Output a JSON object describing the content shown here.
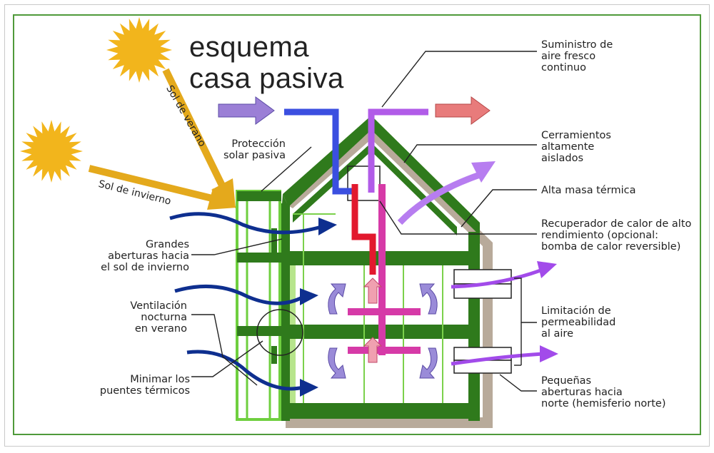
{
  "title": {
    "line1": "esquema",
    "line2": "casa pasiva"
  },
  "sun_labels": {
    "summer": "Sol de verano",
    "winter": "Sol de invierno"
  },
  "labels": {
    "proteccion": [
      "Protección",
      "solar pasiva"
    ],
    "grandes": [
      "Grandes",
      "aberturas hacia",
      "el sol de invierno"
    ],
    "ventilacion": [
      "Ventilación",
      "nocturna",
      "en verano"
    ],
    "minimar": [
      "Minimar los",
      "puentes térmicos"
    ],
    "suministro": [
      "Suministro de",
      "aire fresco",
      "continuo"
    ],
    "cerramientos": [
      "Cerramientos",
      "altamente",
      "aislados"
    ],
    "masa": [
      "Alta masa térmica"
    ],
    "recuperador": [
      "Recuperador de calor de alto",
      "rendimiento (opcional:",
      "bomba de calor reversible)"
    ],
    "limitacion": [
      "Limitación de",
      "permeabilidad",
      "al aire"
    ],
    "pequenas": [
      "Pequeñas",
      "aberturas hacia",
      "norte (hemisferio norte)"
    ]
  },
  "colors": {
    "frame": "#4f9a3a",
    "wall_green": "#2f7a1c",
    "light_green": "#6fcf3f",
    "roof_grey": "#b8aa9a",
    "sun": "#f2b51c",
    "sun_ray": "#e4a91c",
    "wind": "#0e2f8f",
    "fresh_air_blue": "#3b4fe0",
    "exhaust_violet": "#b15ce8",
    "hot_red": "#e2192e",
    "pink_duct": "#d63aa7",
    "circulation_violet": "#9a8bd8",
    "out_arrow_violet": "#a24bea",
    "in_arrow_violet": "#9b7fd6",
    "out_arrow_red": "#e87b7b"
  }
}
